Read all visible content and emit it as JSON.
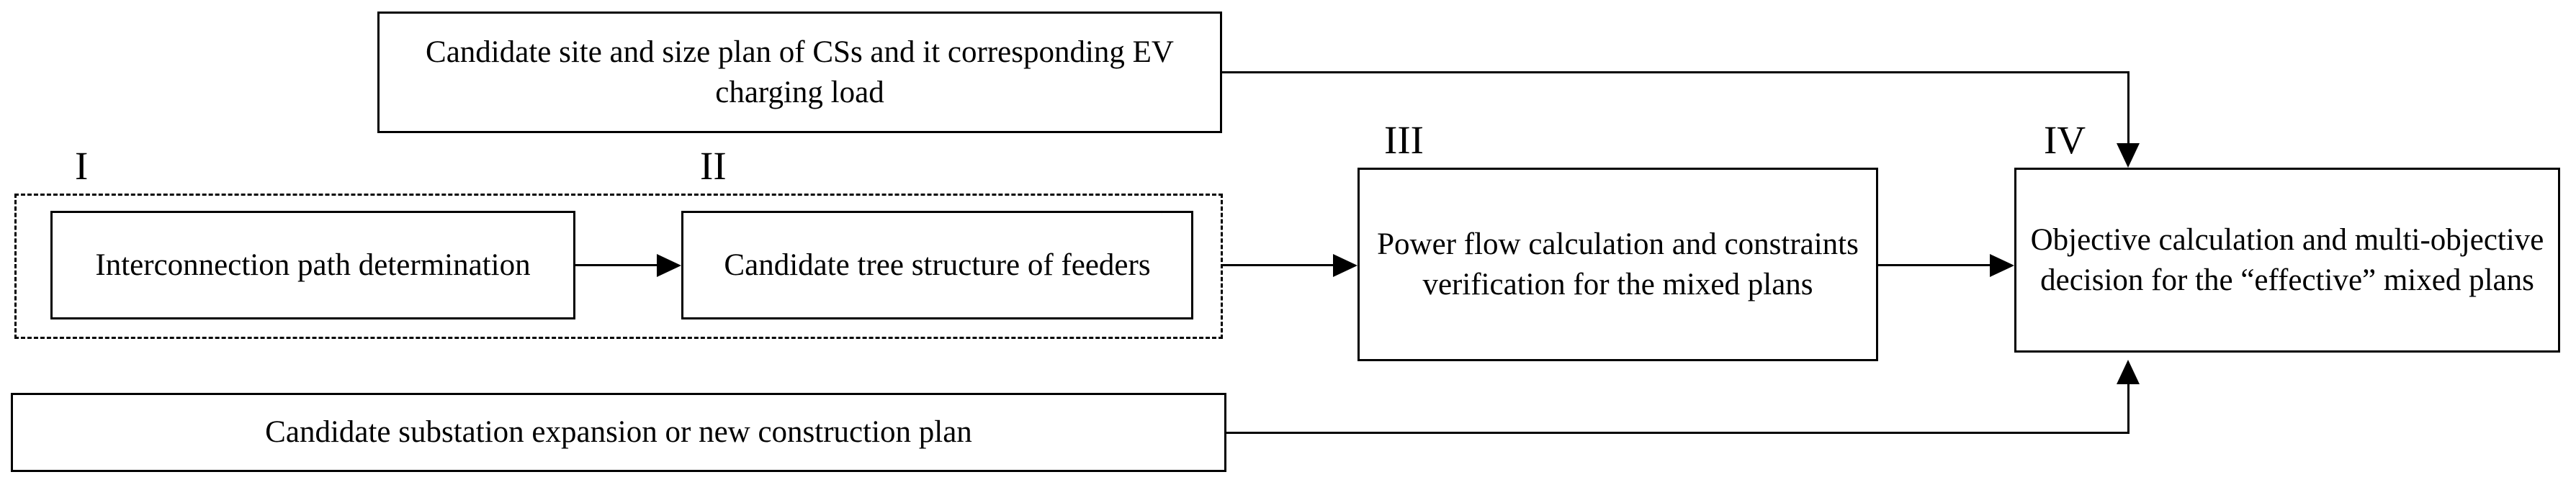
{
  "diagram": {
    "title": "Planning framework flowchart",
    "stroke_color": "#000000",
    "background_color": "#ffffff",
    "nodes": {
      "cs_plan": {
        "label": "Candidate site and size plan of CSs and it corresponding EV charging load"
      },
      "stage_1": {
        "numeral": "I",
        "label": "Interconnection path determination"
      },
      "stage_2": {
        "numeral": "II",
        "label": "Candidate tree structure of feeders"
      },
      "stage_3": {
        "numeral": "III",
        "label": "Power flow calculation and constraints verification for the mixed plans"
      },
      "stage_4": {
        "numeral": "IV",
        "label": "Objective calculation and multi-objective decision for the “effective” mixed plans"
      },
      "substation_plan": {
        "label": "Candidate substation expansion or new construction plan"
      }
    },
    "edges": [
      {
        "from": "stage_1",
        "to": "stage_2",
        "style": "straight-arrow"
      },
      {
        "from": "stage_2",
        "to": "stage_3",
        "style": "straight-arrow"
      },
      {
        "from": "stage_3",
        "to": "stage_4",
        "style": "straight-arrow"
      },
      {
        "from": "cs_plan",
        "to": "stage_3",
        "style": "elbow-arrow-down"
      },
      {
        "from": "substation_plan",
        "to": "stage_3",
        "style": "elbow-arrow-up"
      }
    ],
    "groups": [
      {
        "name": "feeder-planning-group",
        "style": "dashed",
        "contains": [
          "stage_1",
          "stage_2"
        ]
      }
    ]
  }
}
